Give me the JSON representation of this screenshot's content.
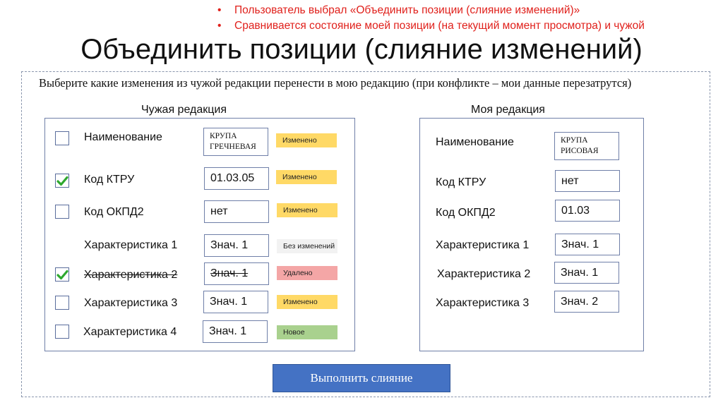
{
  "notes": [
    "Пользователь выбрал «Объединить позиции (слияние изменений)»",
    "Сравнивается состояние моей позиции (на текущий момент просмотра) и чужой"
  ],
  "title": "Объединить позиции (слияние изменений)",
  "instruction": "Выберите какие изменения из чужой редакции перенести в мою редакцию (при конфликте – мои данные перезатрутся)",
  "colors": {
    "changed": "#ffd966",
    "unchanged": "#f2f2f2",
    "deleted": "#f4a6a6",
    "new": "#a9d18e",
    "accent": "#4472c4",
    "notes": "#e0201b"
  },
  "foreign": {
    "title": "Чужая редакция",
    "rows": [
      {
        "label": "Наименование",
        "value": "КРУПА ГРЕЧНЕВАЯ",
        "status": "Изменено",
        "checked": false,
        "has_checkbox": true
      },
      {
        "label": "Код КТРУ",
        "value": "01.03.05",
        "status": "Изменено",
        "checked": true,
        "has_checkbox": true
      },
      {
        "label": "Код ОКПД2",
        "value": "нет",
        "status": "Изменено",
        "checked": false,
        "has_checkbox": true
      },
      {
        "label": "Характеристика 1",
        "value": "Знач. 1",
        "status": "Без изменений",
        "checked": false,
        "has_checkbox": false
      },
      {
        "label": "Характеристика 2",
        "value": "Знач. 1",
        "status": "Удалено",
        "checked": true,
        "has_checkbox": true
      },
      {
        "label": "Характеристика 3",
        "value": "Знач. 1",
        "status": "Изменено",
        "checked": false,
        "has_checkbox": true
      },
      {
        "label": "Характеристика 4",
        "value": "Знач. 1",
        "status": "Новое",
        "checked": false,
        "has_checkbox": true
      }
    ]
  },
  "mine": {
    "title": "Моя редакция",
    "rows": [
      {
        "label": "Наименование",
        "value": "КРУПА РИСОВАЯ"
      },
      {
        "label": "Код КТРУ",
        "value": "нет"
      },
      {
        "label": "Код ОКПД2",
        "value": "01.03"
      },
      {
        "label": "Характеристика 1",
        "value": "Знач. 1"
      },
      {
        "label": "Характеристика 2",
        "value": "Знач. 1"
      },
      {
        "label": "Характеристика 3",
        "value": "Знач. 2"
      }
    ]
  },
  "merge_button": "Выполнить слияние"
}
